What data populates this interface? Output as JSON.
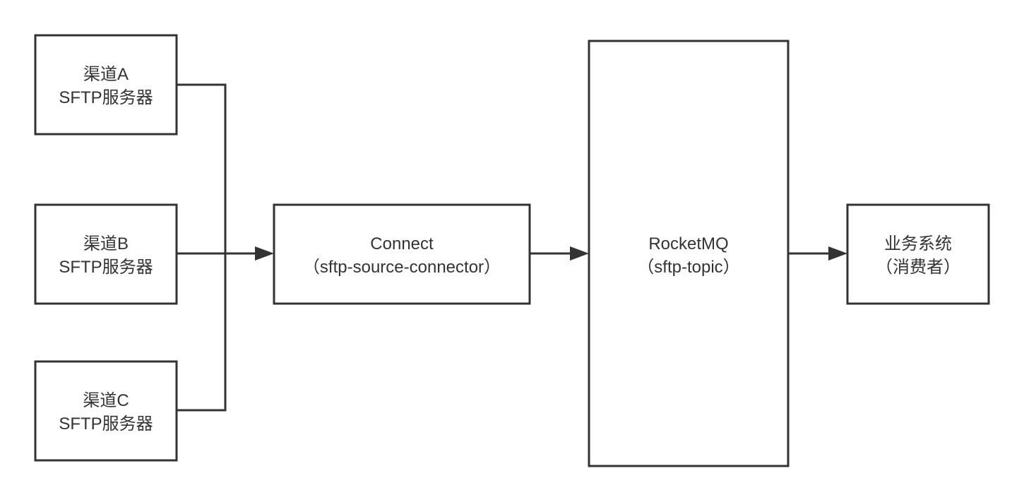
{
  "diagram": {
    "colors": {
      "stroke": "#333333",
      "text": "#333333",
      "background": "#ffffff"
    },
    "nodes": {
      "channel_a": {
        "line1": "渠道A",
        "line2": "SFTP服务器"
      },
      "channel_b": {
        "line1": "渠道B",
        "line2": "SFTP服务器"
      },
      "channel_c": {
        "line1": "渠道C",
        "line2": "SFTP服务器"
      },
      "connect": {
        "line1": "Connect",
        "line2": "（sftp-source-connector）"
      },
      "rocketmq": {
        "line1": "RocketMQ",
        "line2": "（sftp-topic）"
      },
      "business": {
        "line1": "业务系统",
        "line2": "（消费者）"
      }
    },
    "edges": [
      {
        "from": "channel_a",
        "to": "connect"
      },
      {
        "from": "channel_b",
        "to": "connect"
      },
      {
        "from": "channel_c",
        "to": "connect"
      },
      {
        "from": "connect",
        "to": "rocketmq"
      },
      {
        "from": "rocketmq",
        "to": "business"
      }
    ]
  }
}
